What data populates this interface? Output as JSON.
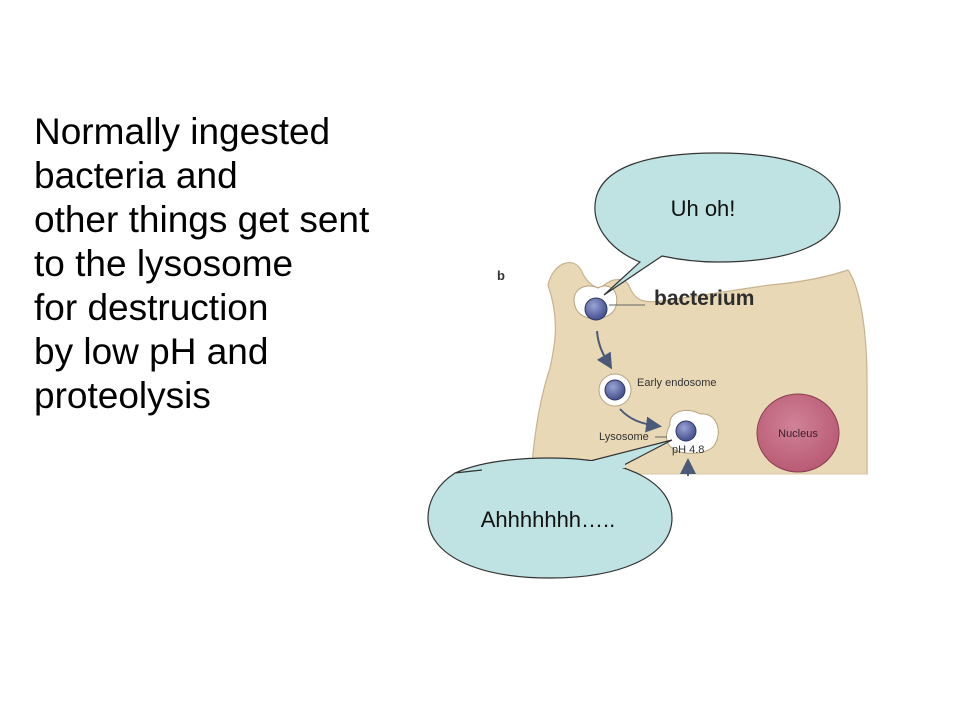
{
  "slide": {
    "text_lines": [
      "Normally ingested",
      "bacteria and",
      "other things get sent",
      "to the lysosome",
      "for destruction",
      "by low pH and",
      "proteolysis"
    ]
  },
  "figure": {
    "panel_letter": "b",
    "bacterium_label": "bacterium",
    "early_endosome_label": "Early endosome",
    "lysosome_label": "Lysosome",
    "ph_label": "pH 4.8",
    "nucleus_label": "Nucleus"
  },
  "bubbles": {
    "top_text": "Uh oh!",
    "bottom_text": "Ahhhhhhh….."
  },
  "colors": {
    "cell_fill": "#e8d8b6",
    "nucleus_fill": "#b85872",
    "bubble_fill": "#bfe3e3",
    "bacterium_fill": "#4a5592"
  }
}
